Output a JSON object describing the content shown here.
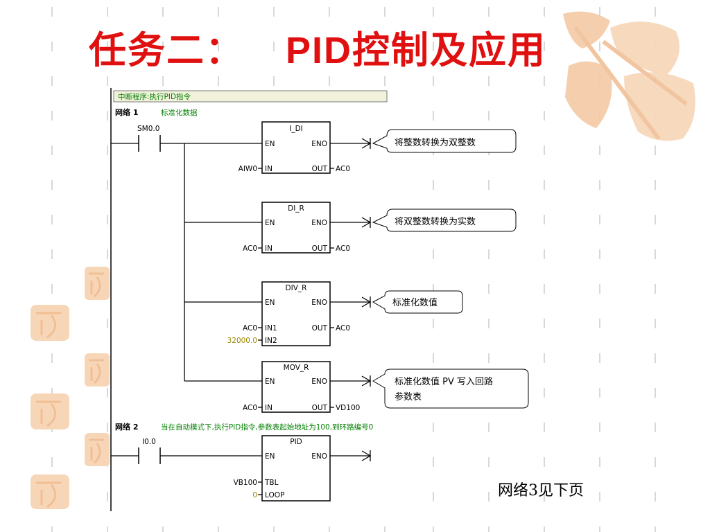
{
  "slide": {
    "title_part1": "任务二：",
    "title_part2": "PID控制及应用",
    "footer_note": "网络3见下页"
  },
  "colors": {
    "title": "#e01010",
    "comment_text": "#008000",
    "constant_text": "#9a8a00",
    "watermark": "#f4c9a6"
  },
  "subroutine_header": "中断程序:执行PID指令",
  "network1": {
    "label": "网络 1",
    "comment": "标准化数据",
    "contact": "SM0.0",
    "blocks": [
      {
        "name": "I_DI",
        "en": "EN",
        "eno": "ENO",
        "inputs": [
          {
            "pin": "IN",
            "value": "AIW0"
          }
        ],
        "out_pin": "OUT",
        "out_value": "AC0",
        "callout": [
          "将整数转换为双整数"
        ]
      },
      {
        "name": "DI_R",
        "en": "EN",
        "eno": "ENO",
        "inputs": [
          {
            "pin": "IN",
            "value": "AC0"
          }
        ],
        "out_pin": "OUT",
        "out_value": "AC0",
        "callout": [
          "将双整数转换为实数"
        ]
      },
      {
        "name": "DIV_R",
        "en": "EN",
        "eno": "ENO",
        "inputs": [
          {
            "pin": "IN1",
            "value": "AC0"
          },
          {
            "pin": "IN2",
            "value": "32000.0"
          }
        ],
        "out_pin": "OUT",
        "out_value": "AC0",
        "callout": [
          "标准化数值"
        ]
      },
      {
        "name": "MOV_R",
        "en": "EN",
        "eno": "ENO",
        "inputs": [
          {
            "pin": "IN",
            "value": "AC0"
          }
        ],
        "out_pin": "OUT",
        "out_value": "VD100",
        "callout": [
          "标准化数值 PV 写入回路",
          "参数表"
        ]
      }
    ]
  },
  "network2": {
    "label": "网络 2",
    "comment": "当在自动模式下,执行PID指令,参数表起始地址为100,到环路编号0",
    "contact": "I0.0",
    "block": {
      "name": "PID",
      "en": "EN",
      "eno": "ENO",
      "inputs": [
        {
          "pin": "TBL",
          "value": "VB100"
        },
        {
          "pin": "LOOP",
          "value": "0"
        }
      ]
    }
  }
}
